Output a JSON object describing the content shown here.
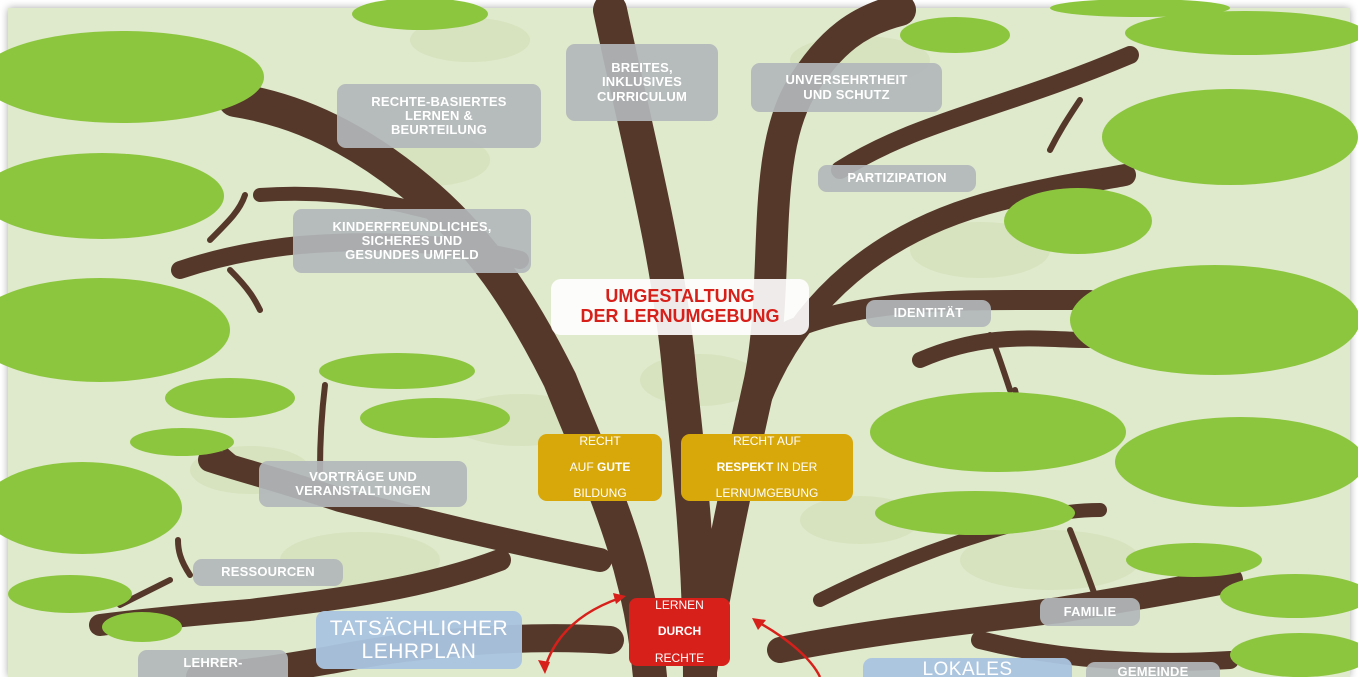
{
  "diagram": {
    "main_title": "UMGESTALTUNG\nDER LERNUMGEBUNG",
    "branches": {
      "rights_based": "RECHTE-BASIERTES\nLERNEN &\nBEURTEILUNG",
      "broad_curriculum": "BREITES,\nINKLUSIVES\nCURRICULUM",
      "integrity": "UNVERSEHRTHEIT\nUND SCHUTZ",
      "participation": "PARTIZIPATION",
      "child_friendly": "KINDERFREUNDLICHES,\nSICHERES UND\nGESUNDES UMFELD",
      "identity": "IDENTITÄT",
      "lectures": "VORTRÄGE UND\nVERANSTALTUNGEN",
      "resources": "RESSOURCEN",
      "actual_curriculum": "TATSÄCHLICHER\nLEHRPLAN",
      "teacher": "LEHRER-",
      "family": "FAMILIE",
      "local": "LOKALES",
      "community": "GEMEINDE"
    },
    "right_good_education": {
      "line1": "RECHT",
      "prefix": "AUF ",
      "strong": "GUTE",
      "line3": "BILDUNG"
    },
    "right_respect": {
      "line1": "RECHT AUF",
      "strong": "RESPEKT",
      "suffix": " IN DER",
      "line3": "LERNUMGEBUNG"
    },
    "learning_through_rights": {
      "line1": "LERNEN",
      "strong": "DURCH",
      "line3": "RECHTE"
    }
  },
  "colors": {
    "leaf": "#8cc63f",
    "trunk": "#55382a",
    "background": "#dfe9cc",
    "accent_red": "#d8201b",
    "accent_gold": "#d8a709"
  }
}
